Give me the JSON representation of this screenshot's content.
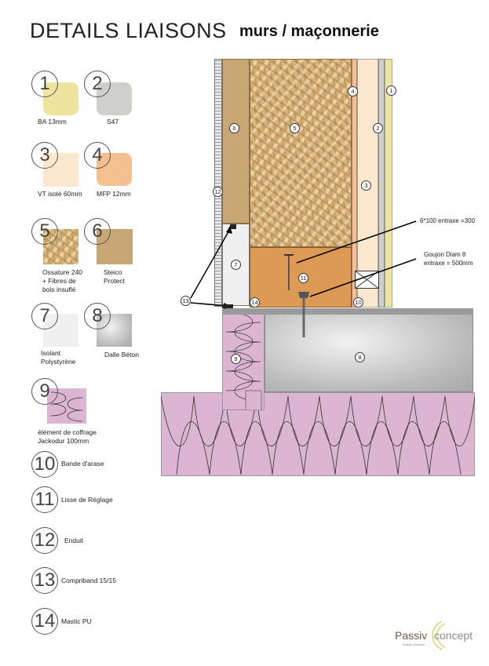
{
  "header": {
    "title": "DETAILS LIAISONS",
    "subtitle": "murs / maçonnerie"
  },
  "legend": [
    {
      "num": "1",
      "label": "BA 13mm",
      "color": "#efe3a0"
    },
    {
      "num": "2",
      "label": "S47",
      "color": "#cfcfcc"
    },
    {
      "num": "3",
      "label": "VT isolé 60mm",
      "color": "#fbe8cf"
    },
    {
      "num": "4",
      "label": "MFP 12mm",
      "color": "#f5c08f"
    },
    {
      "num": "5",
      "label": "Ossature 240 + Fibres de bois insuflé",
      "color": "#d8b37a"
    },
    {
      "num": "6",
      "label": "Steico Protect",
      "color": "#c9a775"
    },
    {
      "num": "7",
      "label": "Isolant Polystyrène",
      "color": "#f0f0f0"
    },
    {
      "num": "8",
      "label": "Dalle Béton",
      "color": "#b5b5b5"
    },
    {
      "num": "9",
      "label": "élément de coffrage Jackodur 100mm",
      "color": "#dcb5d3"
    },
    {
      "num": "10",
      "label": "Bande d'arase"
    },
    {
      "num": "11",
      "label": "Lisse de Réglage"
    },
    {
      "num": "12",
      "label": "Enduit"
    },
    {
      "num": "13",
      "label": "Compriband 15/15"
    },
    {
      "num": "14",
      "label": "Mastic PU"
    }
  ],
  "annotations": {
    "screws": "6*100 entraxe =300",
    "bolt_line1": "Goujon Diam 8",
    "bolt_line2": "entraxe = 500mm"
  },
  "logo": {
    "text_left": "Passiv",
    "text_right": "concept",
    "tagline": "bureau d'études"
  }
}
